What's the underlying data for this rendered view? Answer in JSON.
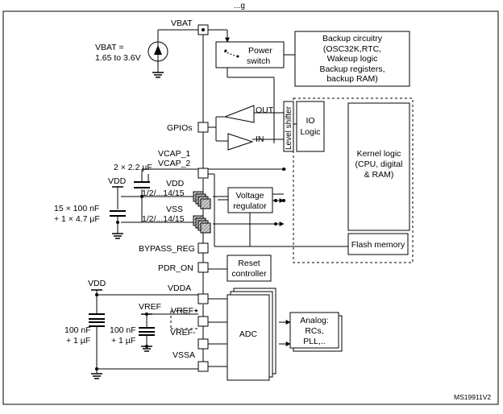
{
  "labels": {
    "title_partial": "...g",
    "vbat_top": "VBAT",
    "vbat_range_1": "VBAT =",
    "vbat_range_2": "1.65 to 3.6V",
    "power_switch_1": "Power",
    "power_switch_2": "switch",
    "backup_1": "Backup circuitry",
    "backup_2": "(OSC32K,RTC,",
    "backup_3": "Wakeup logic",
    "backup_4": "Backup registers,",
    "backup_5": "backup RAM)",
    "out": "OUT",
    "in": "IN",
    "gpios": "GPIOs",
    "level_shifter": "Level shifter",
    "io_logic_1": "IO",
    "io_logic_2": "Logic",
    "kernel_1": "Kernel logic",
    "kernel_2": "(CPU, digital",
    "kernel_3": "& RAM)",
    "vcap_1": "VCAP_1",
    "vcap_2": "VCAP_2",
    "cap_2x22": "2 × 2.2 µF",
    "vdd_left": "VDD",
    "vdd_pin": "VDD",
    "vdd_pins": "1/2/...14/15",
    "vss_pin": "VSS",
    "vss_pins": "1/2/...14/15",
    "decap_1": "15 × 100 nF",
    "decap_2": "+ 1 × 4.7 µF",
    "vreg_1": "Voltage",
    "vreg_2": "regulator",
    "flash": "Flash memory",
    "bypass_reg": "BYPASS_REG",
    "pdr_on": "PDR_ON",
    "reset_1": "Reset",
    "reset_2": "controller",
    "vdd_bottom": "VDD",
    "vdda": "VDDA",
    "vref": "VREF",
    "vref_plus": "VREF+",
    "vref_minus": "VREF-",
    "vssa": "VSSA",
    "cap_a_1": "100 nF",
    "cap_a_2": "+ 1 µF",
    "cap_b_1": "100 nF",
    "cap_b_2": "+ 1 µF",
    "adc": "ADC",
    "analog_1": "Analog:",
    "analog_2": "RCs,",
    "analog_3": "PLL,..",
    "figure_id": "MS19911V2"
  }
}
